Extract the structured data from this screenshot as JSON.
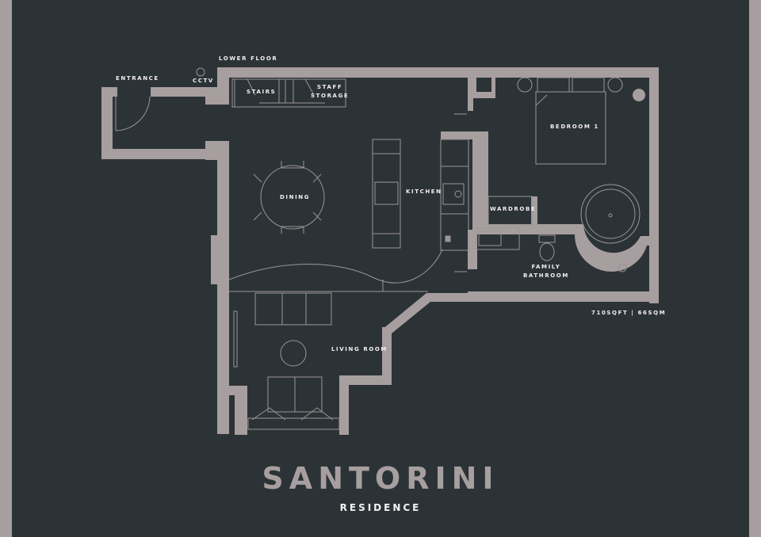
{
  "colors": {
    "background": "#2c3337",
    "wall": "#a79e9f",
    "line": "#9a9596",
    "text": "#f2efef"
  },
  "plan": {
    "floor_label": "LOWER FLOOR",
    "area": "710SQFT | 66SQM",
    "rooms": {
      "entrance": "ENTRANCE",
      "cctv": "CCTV",
      "stairs": "STAIRS",
      "staff_storage_line1": "STAFF",
      "staff_storage_line2": "STORAGE",
      "bedroom": "BEDROOM 1",
      "dining": "DINING",
      "kitchen": "KITCHEN",
      "wardrobe": "WARDROBE",
      "bathroom_line1": "FAMILY",
      "bathroom_line2": "BATHROOM",
      "living": "LIVING ROOM"
    }
  },
  "title": {
    "name": "SANTORINI",
    "subtitle": "RESIDENCE"
  }
}
